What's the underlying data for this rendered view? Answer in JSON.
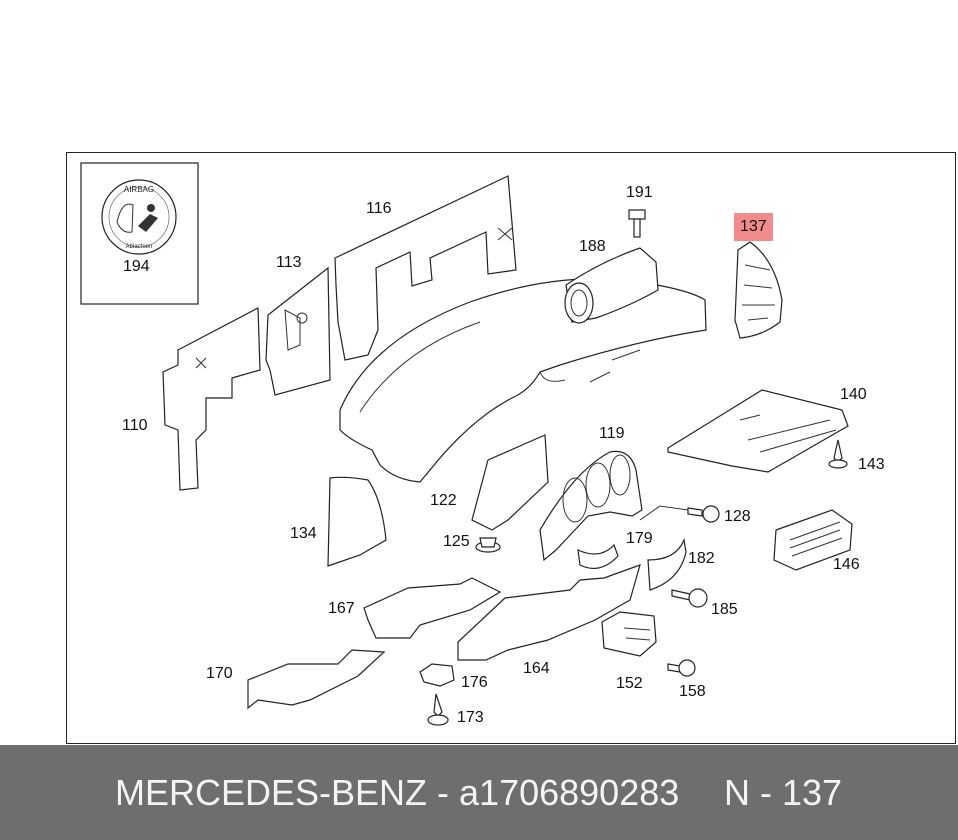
{
  "diagram": {
    "highlight_color": "#f28c8c",
    "airbag_emblem": {
      "text_top": "AIRBAG",
      "text_bottom": "Ablacfoen"
    },
    "callouts": [
      {
        "id": "194",
        "label": "194"
      },
      {
        "id": "116",
        "label": "116"
      },
      {
        "id": "113",
        "label": "113"
      },
      {
        "id": "191",
        "label": "191"
      },
      {
        "id": "188",
        "label": "188"
      },
      {
        "id": "137",
        "label": "137",
        "highlighted": true
      },
      {
        "id": "140",
        "label": "140"
      },
      {
        "id": "110",
        "label": "110"
      },
      {
        "id": "119",
        "label": "119"
      },
      {
        "id": "143",
        "label": "143"
      },
      {
        "id": "122",
        "label": "122"
      },
      {
        "id": "128",
        "label": "128"
      },
      {
        "id": "134",
        "label": "134"
      },
      {
        "id": "125",
        "label": "125"
      },
      {
        "id": "179",
        "label": "179"
      },
      {
        "id": "182",
        "label": "182"
      },
      {
        "id": "146",
        "label": "146"
      },
      {
        "id": "167",
        "label": "167"
      },
      {
        "id": "185",
        "label": "185"
      },
      {
        "id": "170",
        "label": "170"
      },
      {
        "id": "176",
        "label": "176"
      },
      {
        "id": "164",
        "label": "164"
      },
      {
        "id": "152",
        "label": "152"
      },
      {
        "id": "158",
        "label": "158"
      },
      {
        "id": "173",
        "label": "173"
      }
    ]
  },
  "footer": {
    "title": "MERCEDES-BENZ - a1706890283",
    "ref": "N - 137",
    "background": "#6e6e6e"
  }
}
